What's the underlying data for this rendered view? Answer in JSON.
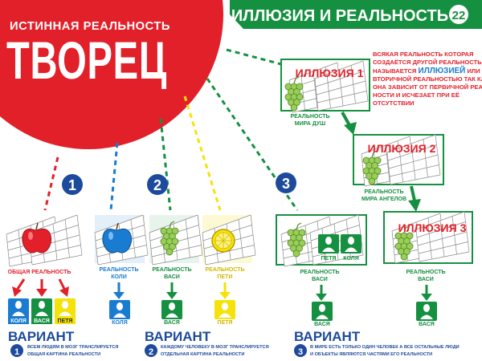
{
  "colors": {
    "red": "#e2202a",
    "green": "#159040",
    "blue": "#1a7cd0",
    "yellow": "#f5e20a",
    "navy": "#1d4a9c",
    "grid": "#7d7d7d"
  },
  "header": {
    "subtitle": "ИСТИННАЯ РЕАЛЬНОСТЬ",
    "title": "ТВОРЕЦ"
  },
  "banner": {
    "title": "ИЛЛЮЗИЯ И РЕАЛЬНОСТЬ",
    "number": "22"
  },
  "definition": {
    "before": "ВСЯКАЯ РЕАЛЬНОСТЬ КОТОРАЯ СОЗДАЁТСЯ ДРУГОЙ РЕАЛЬНОСТЬЮ НАЗЫВАЕТСЯ",
    "keyword": "ИЛЛЮЗИЕЙ",
    "after": "ИЛИ ВТОРИЧНОЙ РЕАЛЬНОСТЬЮ ТАК КАК ОНА ЗАВИСИТ ОТ ПЕРВИЧНОЙ РЕАЛЬНОСТИ И ИСЧЕЗАЕТ ПРИ ЕЁ ОТСУТСТВИИ"
  },
  "circle_numbers": [
    "1",
    "2",
    "3"
  ],
  "illusions": [
    {
      "title": "ИЛЛЮЗИЯ 1",
      "caption_line1": "РЕАЛЬНОСТЬ",
      "caption_line2": "МИРА ДУШ"
    },
    {
      "title": "ИЛЛЮЗИЯ 2",
      "caption_line1": "РЕАЛЬНОСТЬ",
      "caption_line2": "МИРА АНГЕЛОВ"
    },
    {
      "title": "ИЛЛЮЗИЯ 3",
      "caption_line1": "РЕАЛЬНОСТЬ",
      "caption_line2": "ВАСИ"
    }
  ],
  "scenes": {
    "common": {
      "caption": "ОБЩАЯ РЕАЛЬНОСТЬ"
    },
    "kolya": {
      "caption_line1": "РЕАЛЬНОСТЬ",
      "caption_line2": "КОЛИ"
    },
    "vasya": {
      "caption_line1": "РЕАЛЬНОСТЬ",
      "caption_line2": "ВАСИ"
    },
    "petya": {
      "caption_line1": "РЕАЛЬНОСТЬ",
      "caption_line2": "ПЕТИ"
    },
    "world3": {
      "caption_line1": "РЕАЛЬНОСТЬ",
      "caption_line2": "ВАСИ"
    }
  },
  "people": {
    "kolya": "КОЛЯ",
    "vasya": "ВАСЯ",
    "petya": "ПЕТЯ"
  },
  "variants": [
    {
      "label": "ВАРИАНТ",
      "number": "1",
      "line1": "ВСЕМ ЛЮДЯМ В МОЗГ ТРАНСЛИРУЕТСЯ",
      "line2": "ОБЩАЯ КАРТИНА РЕАЛЬНОСТИ"
    },
    {
      "label": "ВАРИАНТ",
      "number": "2",
      "line1": "КАЖДОМУ ЧЕЛОВЕКУ В МОЗГ ТРАНСЛИРУЕТСЯ",
      "line2": "ОТДЕЛЬНАЯ КАРТИНА РЕАЛЬНОСТИ"
    },
    {
      "label": "ВАРИАНТ",
      "number": "3",
      "line1": "В МИРЕ ЕСТЬ ТОЛЬКО ОДИН ЧЕЛОВЕК А ВСЕ ОСТАЛЬНЫЕ ЛЮДИ",
      "line2": "И ОБЪЕКТЫ ЯВЛЯЮТСЯ ЧАСТЯМИ ЕГО РЕАЛЬНОСТИ"
    }
  ]
}
